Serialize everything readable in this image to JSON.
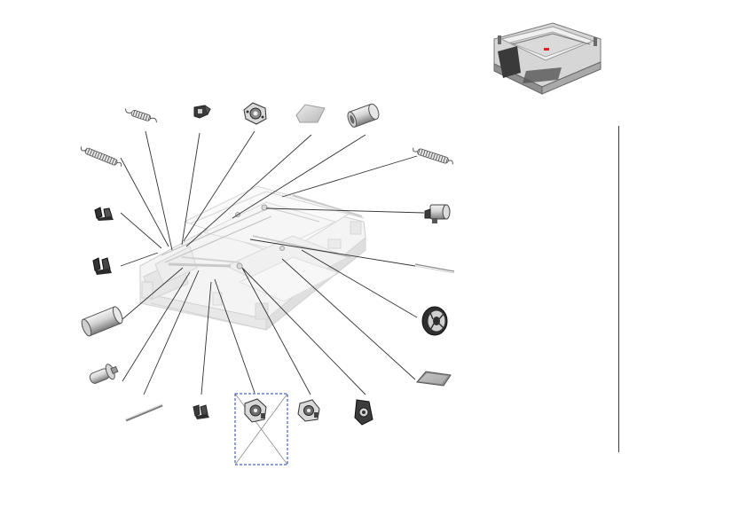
{
  "diagram": {
    "kind": "exploded-parts-view",
    "assembly_icon": "sheet-feeder-assembly",
    "inset_icon": "assembled-unit-with-location-marker",
    "accent_marker_color": "#e02020",
    "placeholder_frame_color": "#1a3fb5",
    "callout_line_color": "#333333",
    "part_icons": [
      "extension-spring-icon",
      "clip-bracket-icon",
      "gear-bracket-icon",
      "rubber-pad-icon",
      "cylinder-bushing-icon",
      "extension-spring-icon",
      "bushing-with-tab-icon",
      "thin-rod-icon",
      "gear-wheel-icon",
      "sheet-pad-icon",
      "gear-bracket-icon",
      "gear-bracket-icon",
      "gear-bracket-placeholder-icon",
      "clip-bracket-icon",
      "thin-rod-icon",
      "flanged-pin-icon",
      "roller-cylinder-icon",
      "clip-bracket-icon",
      "clip-bracket-icon",
      "extension-spring-icon"
    ]
  }
}
